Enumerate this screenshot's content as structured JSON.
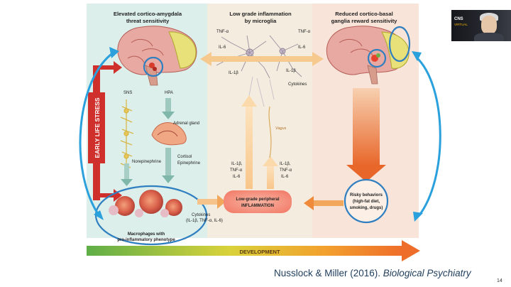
{
  "figure": {
    "col_left_title_1": "Elevated cortico-amygdala",
    "col_left_title_2": "threat sensitivity",
    "col_mid_title_1": "Low grade inflammation",
    "col_mid_title_2": "by microglia",
    "col_right_title_1": "Reduced cortico-basal",
    "col_right_title_2": "ganglia reward sensitivity",
    "sns": "SNS",
    "hpa": "HPA",
    "adrenal": "Adrenal gland",
    "norepinephrine": "Norepinephrine",
    "cortisol": "Cortisol",
    "epinephrine": "Epinephrine",
    "early_life_stress": "EARLY LIFE STRESS",
    "macrophages_1": "Macrophages with",
    "macrophages_2": "pro-inflammatory phenotype",
    "cytokines_left_1": "Cytokines",
    "cytokines_left_2": "(IL-1β, TNF-α, IL-6)",
    "tnf_a": "TNF-α",
    "il6": "IL-6",
    "il1b": "IL-1β",
    "cytokines_mid": "Cytokines",
    "vagus": "Vagus",
    "lg_infl_1": "Low-grade peripheral",
    "lg_infl_2": "INFLAMMATION",
    "risky_1": "Risky behaviors",
    "risky_2": "(high-fat diet,",
    "risky_3": "smoking, drugs)",
    "development": "DEVELOPMENT",
    "il1b_comma": "IL-1β,"
  },
  "citation": {
    "authors": "Nusslock & Miller (2016). ",
    "journal": "Biological Psychiatry"
  },
  "page_number": "14",
  "video": {
    "logo": "CNS",
    "sublogo": "VIRTUAL"
  },
  "colors": {
    "panel_left": "#dcefea",
    "panel_mid": "#f3ecdc",
    "panel_right": "#f7e2d6",
    "accent_blue": "#2f7fc1",
    "stress_red": "#d0302b",
    "orange": "#f08a3c",
    "development_green": "#6fb24a"
  }
}
